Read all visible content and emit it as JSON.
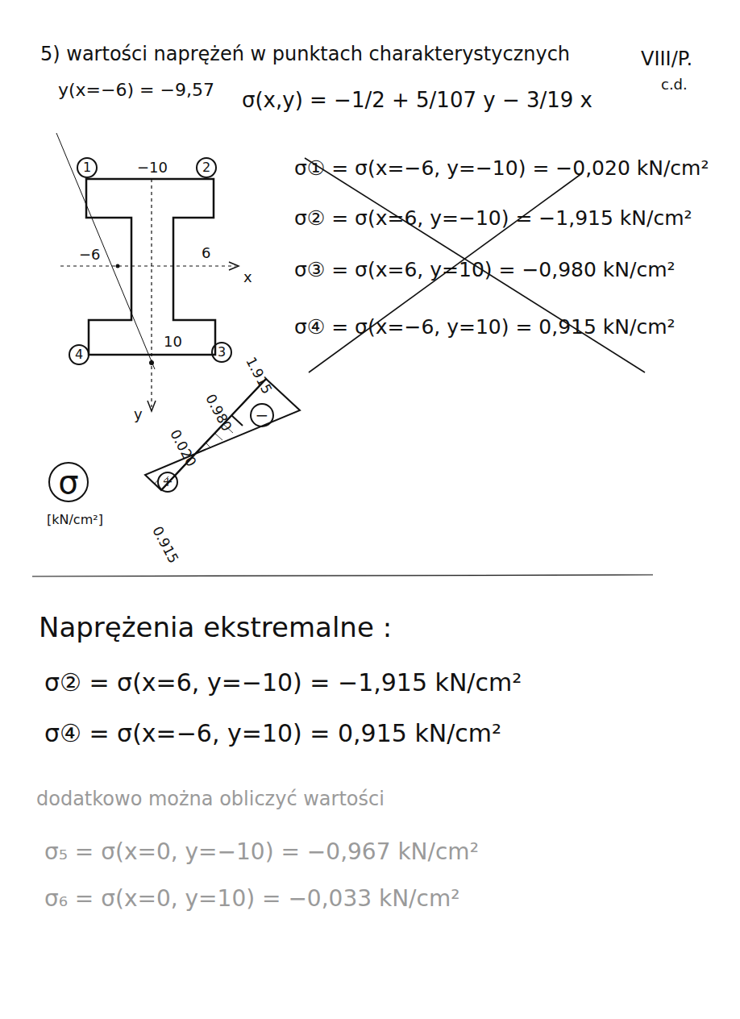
{
  "diagram": {
    "title": "5) wartości naprężeń w punktach charakterystycznych",
    "nodes": [
      {
        "text": [
          "1"
        ]
      },
      {
        "text": [
          "2"
        ]
      },
      {
        "text": [
          "3"
        ]
      },
      {
        "text": [
          "4"
        ]
      },
      {
        "text": [
          "−"
        ]
      },
      {
        "text": [
          "+"
        ]
      },
      {
        "text": [
          "σ"
        ]
      }
    ],
    "labels": [
      "VIII/P.",
      "c.d.",
      "y(x=−6) = −9,57",
      "σ(x,y) = −1/2 + 5/107 y − 3/19 x",
      "−10",
      "−6",
      "6",
      "x",
      "10",
      "y",
      "σ① = σ(x=−6, y=−10) = −0,020 kN/cm²",
      "σ② = σ(x=6, y=−10) = −1,915 kN/cm²",
      "σ③ = σ(x=6, y=10) = −0,980 kN/cm²",
      "σ④ = σ(x=−6, y=10) = 0,915 kN/cm²",
      "1.915",
      "0.980",
      "0.020",
      "0.915",
      "[kN/cm²]",
      "Naprężenia ekstremalne :",
      "σ② = σ(x=6, y=−10) = −1,915 kN/cm²",
      "σ④ = σ(x=−6, y=10) = 0,915 kN/cm²",
      "dodatkowo można obliczyć wartości",
      "σ₅ = σ(x=0, y=−10) = −0,967 kN/cm²",
      "σ₆ = σ(x=0, y=10) = −0,033 kN/cm²"
    ]
  }
}
